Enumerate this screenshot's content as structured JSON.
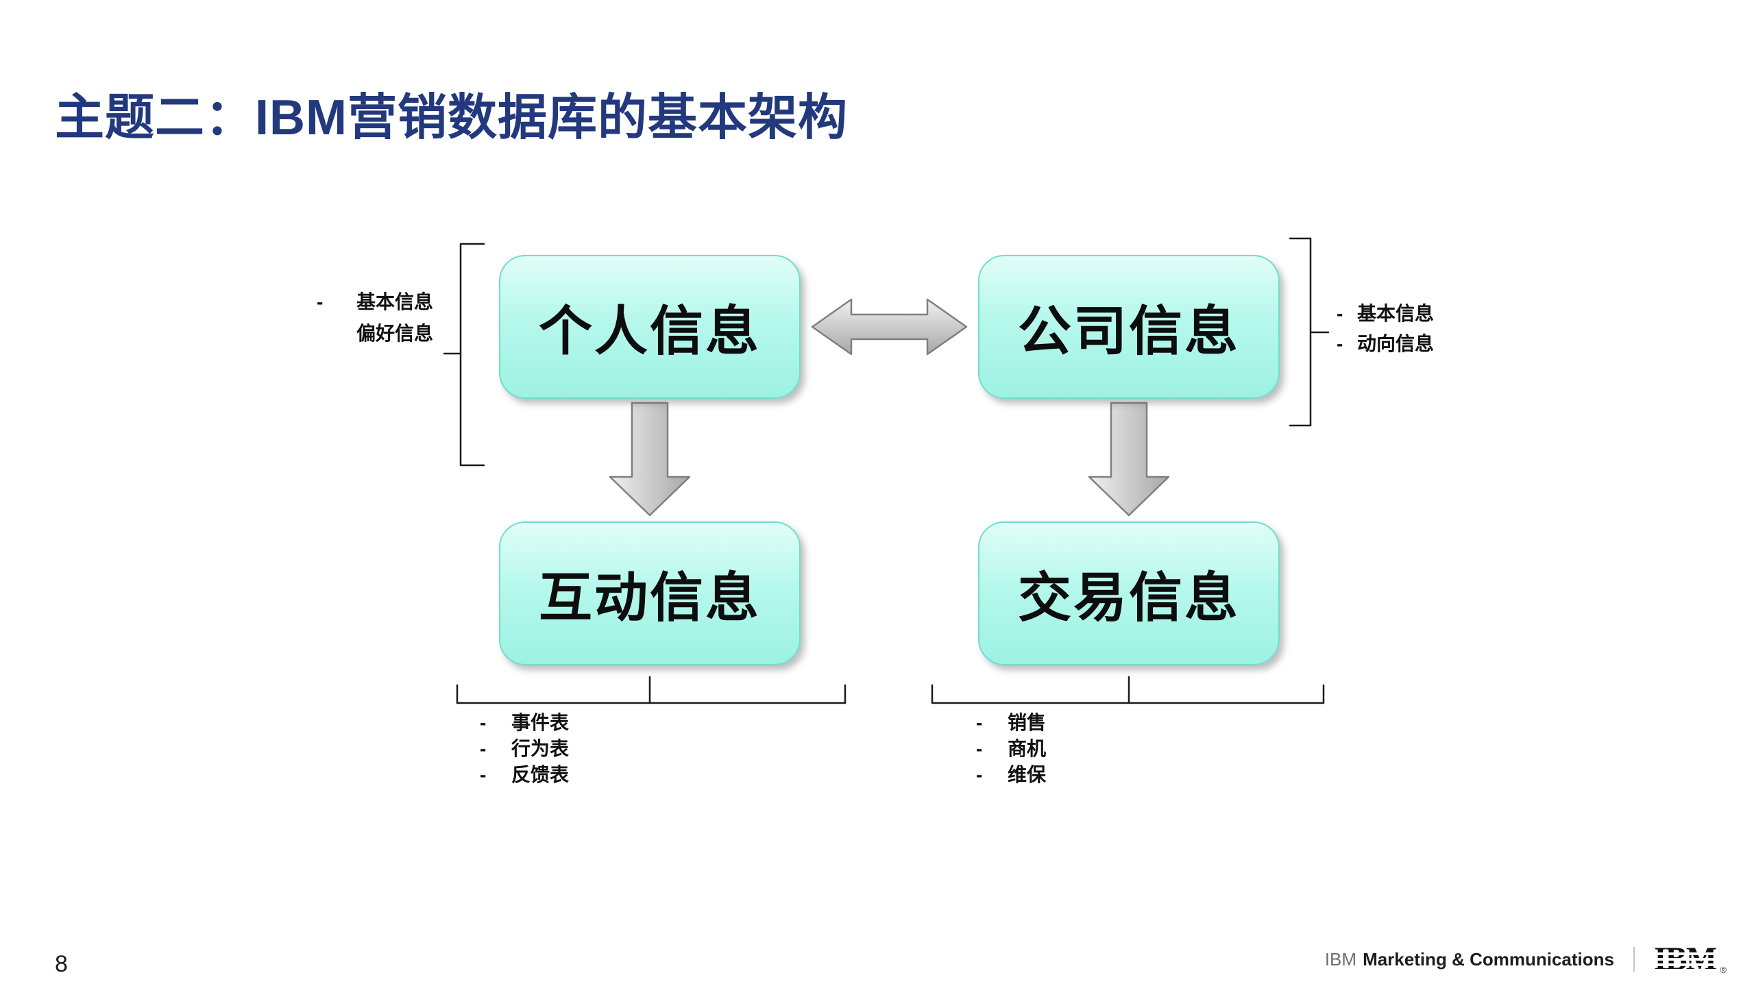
{
  "slide": {
    "title": "主题二：IBM营销数据库的基本架构",
    "page_number": "8"
  },
  "diagram": {
    "boxes": [
      {
        "label": "个人信息"
      },
      {
        "label": "公司信息"
      },
      {
        "label": "互动信息"
      },
      {
        "label": "交易信息"
      }
    ],
    "personal_notes": [
      {
        "marker": "-",
        "text": "基本信息"
      },
      {
        "marker": "",
        "text": "偏好信息"
      }
    ],
    "company_notes": [
      {
        "marker": "-",
        "text": "基本信息"
      },
      {
        "marker": "-",
        "text": "动向信息"
      }
    ],
    "interaction_notes": [
      {
        "marker": "-",
        "text": "事件表"
      },
      {
        "marker": "-",
        "text": "行为表"
      },
      {
        "marker": "-",
        "text": "反馈表"
      }
    ],
    "transaction_notes": [
      {
        "marker": "-",
        "text": "销售"
      },
      {
        "marker": "-",
        "text": "商机"
      },
      {
        "marker": "-",
        "text": "维保"
      }
    ]
  },
  "footer": {
    "brand": "IBM",
    "department": "Marketing & Communications",
    "logo_text": "IBM",
    "registered_mark": "®"
  },
  "colors": {
    "title_blue": "#23397e",
    "box_fill_top": "#e0fef8",
    "box_fill_bottom": "#9df2e3",
    "box_border": "#74dcca",
    "arrow_fill_light": "#ededed",
    "arrow_fill_dark": "#ababab",
    "arrow_stroke": "#7f7f7f",
    "bracket_stroke": "#1a1a1a"
  }
}
